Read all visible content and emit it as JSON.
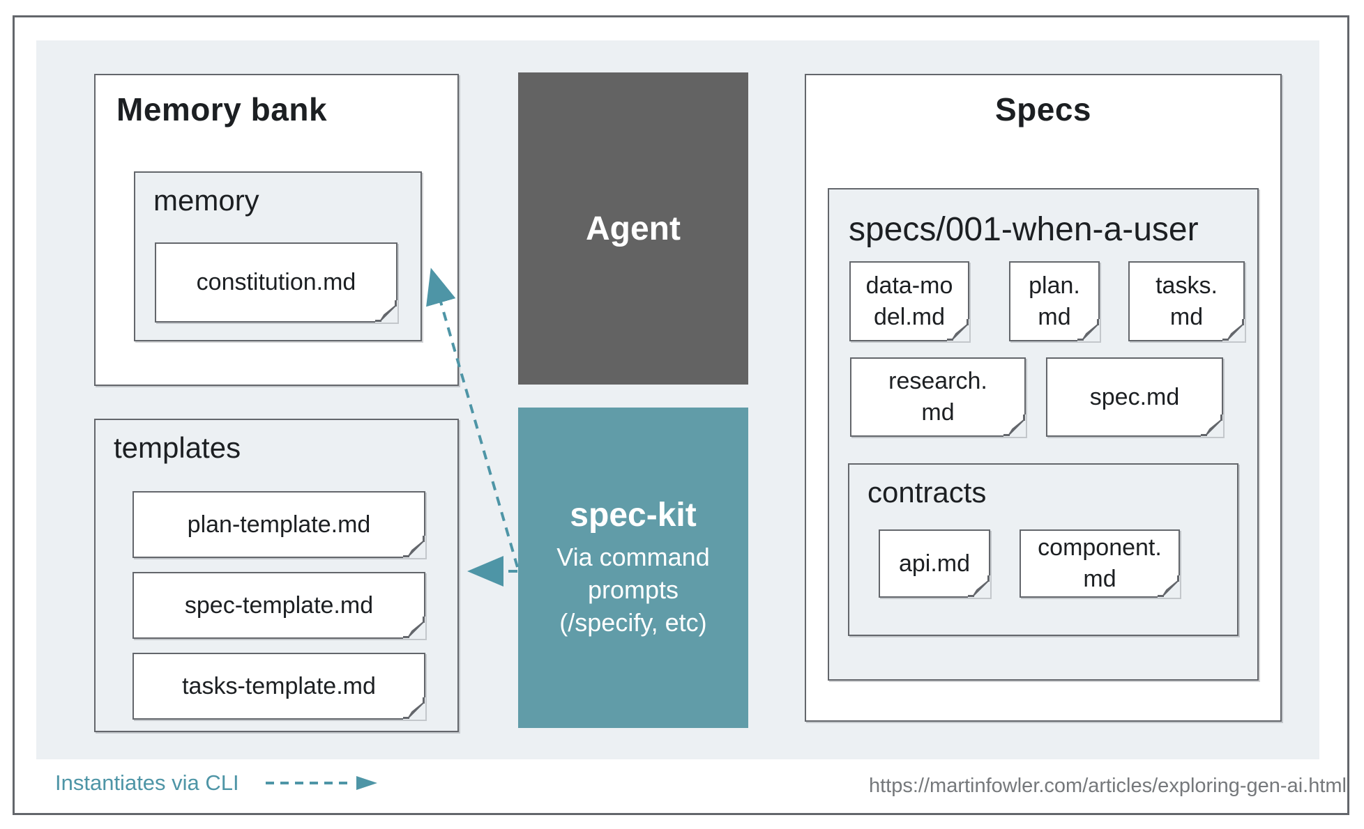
{
  "memory_bank": {
    "title": "Memory bank",
    "memory": {
      "label": "memory",
      "file": "constitution.md"
    }
  },
  "templates": {
    "label": "templates",
    "files": [
      "plan-template.md",
      "spec-template.md",
      "tasks-template.md"
    ]
  },
  "agent": {
    "label": "Agent"
  },
  "spec_kit": {
    "title": "spec-kit",
    "subtitle": "Via command\nprompts\n(/specify, etc)"
  },
  "specs": {
    "title": "Specs",
    "folder": {
      "title": "specs/001-when-a-user",
      "row1": [
        "data-mo\ndel.md",
        "plan.\nmd",
        "tasks.\nmd"
      ],
      "row2": [
        "research.\nmd",
        "spec.md"
      ],
      "contracts": {
        "label": "contracts",
        "files": [
          "api.md",
          "component.\nmd"
        ]
      }
    }
  },
  "legend": {
    "label": "Instantiates via CLI"
  },
  "footer": {
    "url": "https://martinfowler.com/articles/exploring-gen-ai.html"
  },
  "colors": {
    "accent_teal": "#619ca8",
    "arrow_teal": "#4e95a6",
    "agent_gray": "#636363",
    "panel_gray": "#ecf0f3",
    "border_gray": "#63666b"
  }
}
